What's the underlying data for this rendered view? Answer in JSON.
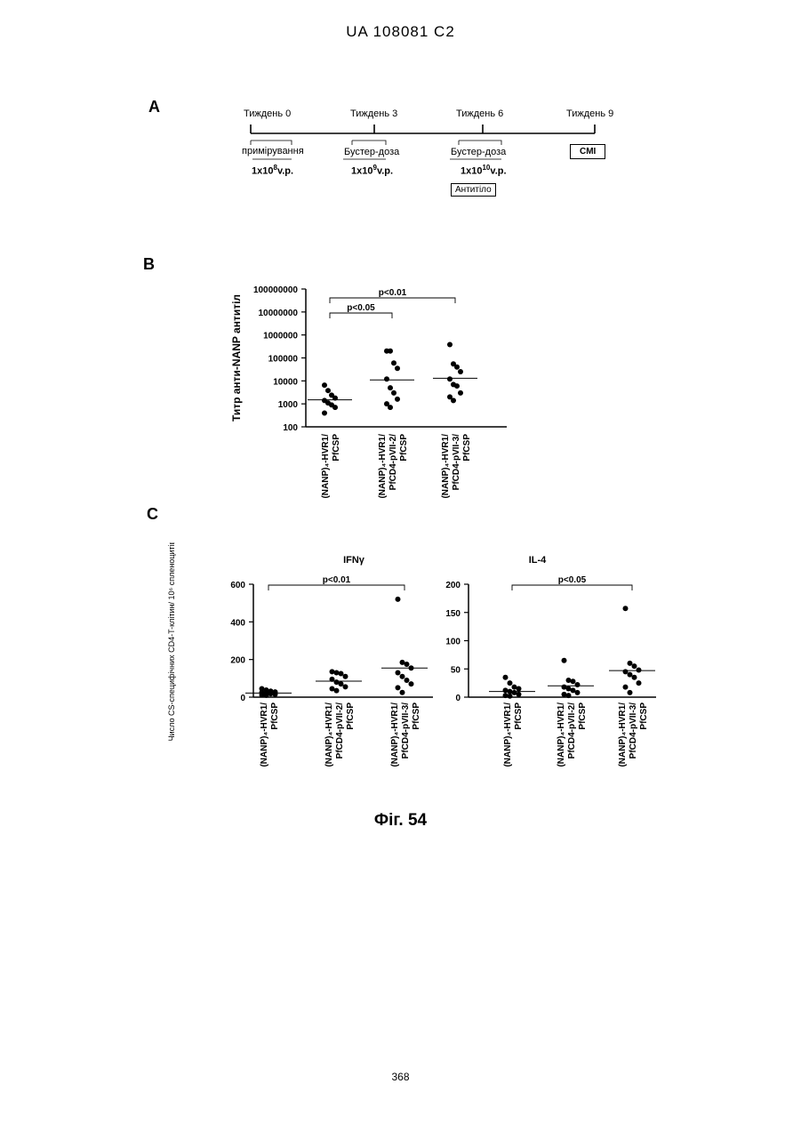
{
  "header": {
    "text": "UA   108081   C2"
  },
  "panels": {
    "a": "A",
    "b": "B",
    "c": "C"
  },
  "timeline": {
    "weeks": [
      "Тиждень 0",
      "Тиждень 3",
      "Тиждень 6",
      "Тиждень 9"
    ],
    "steps": [
      "примірування",
      "Бустер-доза",
      "Бустер-доза"
    ],
    "doses": [
      {
        "base": "1x10",
        "exp": "8",
        "unit": "v.p."
      },
      {
        "base": "1x10",
        "exp": "9",
        "unit": "v.p."
      },
      {
        "base": "1x10",
        "exp": "10",
        "unit": "v.p."
      }
    ],
    "antibody_box": "Антитіло",
    "cmi_box": "CMI"
  },
  "chart_data": [
    {
      "type": "scatter",
      "panel": "B",
      "ylabel": "Титр анти-NANP антитіл",
      "yscale": "log",
      "ylim": [
        100,
        100000000
      ],
      "yticks": [
        "100000000",
        "10000000",
        "1000000",
        "100000",
        "10000",
        "1000",
        "100"
      ],
      "categories": [
        [
          "(NANP)₄-HVR1/",
          "PfCSP"
        ],
        [
          "(NANP)₄-HVR1/",
          "PfCD4-pVII-2/",
          "PfCSP"
        ],
        [
          "(NANP)₄-HVR1/",
          "PfCD4-pVII-3/",
          "PfCSP"
        ]
      ],
      "groups": [
        {
          "points": [
            6500,
            3800,
            2400,
            1800,
            1400,
            1100,
            900,
            700,
            400
          ],
          "median": 1500
        },
        {
          "points": [
            200000,
            200000,
            60000,
            35000,
            12000,
            5000,
            3000,
            1600,
            1000,
            700
          ],
          "median": 11000
        },
        {
          "points": [
            380000,
            55000,
            40000,
            25000,
            12000,
            7000,
            6000,
            3000,
            2000,
            1400
          ],
          "median": 13000
        }
      ],
      "annotations": [
        {
          "from": 0,
          "to": 2,
          "text": "p<0.01"
        },
        {
          "from": 0,
          "to": 1,
          "text": "p<0.05"
        }
      ]
    },
    {
      "type": "scatter",
      "panel": "C",
      "title": "IFNγ",
      "ylabel": "Число CS-специфічних CD4-T-клітин/ 10⁶ спленоцитів",
      "ylim": [
        0,
        600
      ],
      "yticks": [
        "600",
        "400",
        "200",
        "0"
      ],
      "categories": [
        [
          "(NANP)₄-HVR1/",
          "PfCSP"
        ],
        [
          "(NANP)₄-HVR1/",
          "PfCD4-pVII-2/",
          "PfCSP"
        ],
        [
          "(NANP)₄-HVR1/",
          "PfCD4-pVII-3/",
          "PfCSP"
        ]
      ],
      "groups": [
        {
          "points": [
            45,
            38,
            32,
            28,
            25,
            20,
            18,
            15,
            12,
            10
          ],
          "median": 22
        },
        {
          "points": [
            135,
            130,
            125,
            110,
            95,
            80,
            70,
            55,
            45,
            35
          ],
          "median": 85
        },
        {
          "points": [
            520,
            185,
            175,
            155,
            130,
            110,
            90,
            70,
            50,
            25
          ],
          "median": 155
        }
      ],
      "annotations": [
        {
          "from": 0,
          "to": 2,
          "text": "p<0.01"
        }
      ]
    },
    {
      "type": "scatter",
      "panel": "C",
      "title": "IL-4",
      "ylim": [
        0,
        200
      ],
      "yticks": [
        "200",
        "150",
        "100",
        "50",
        "0"
      ],
      "categories": [
        [
          "(NANP)₄-HVR1/",
          "PfCSP"
        ],
        [
          "(NANP)₄-HVR1/",
          "PfCD4-pVII-2/",
          "PfCSP"
        ],
        [
          "(NANP)₄-HVR1/",
          "PfCD4-pVII-3/",
          "PfCSP"
        ]
      ],
      "groups": [
        {
          "points": [
            35,
            25,
            18,
            15,
            12,
            10,
            8,
            5,
            3,
            2
          ],
          "median": 10
        },
        {
          "points": [
            65,
            30,
            28,
            22,
            18,
            15,
            12,
            8,
            5,
            3
          ],
          "median": 20
        },
        {
          "points": [
            157,
            60,
            55,
            48,
            45,
            40,
            35,
            25,
            18,
            8
          ],
          "median": 47
        }
      ],
      "annotations": [
        {
          "from": 0,
          "to": 2,
          "text": "p<0.05"
        }
      ]
    }
  ],
  "figure_caption": "Фіг. 54",
  "page_number": "368"
}
